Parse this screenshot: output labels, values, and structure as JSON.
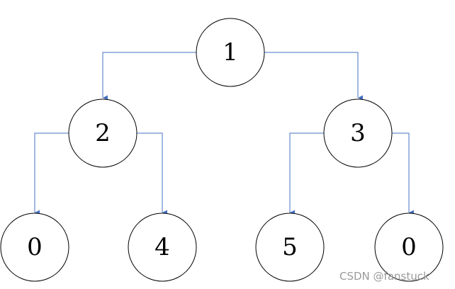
{
  "tree": {
    "nodes": [
      {
        "id": "n1",
        "label": "1"
      },
      {
        "id": "n2",
        "label": "2"
      },
      {
        "id": "n3",
        "label": "3"
      },
      {
        "id": "n4",
        "label": "0"
      },
      {
        "id": "n5",
        "label": "4"
      },
      {
        "id": "n6",
        "label": "5"
      },
      {
        "id": "n7",
        "label": "0"
      }
    ],
    "edges": [
      {
        "from": "n1",
        "to": "n2"
      },
      {
        "from": "n1",
        "to": "n3"
      },
      {
        "from": "n2",
        "to": "n4"
      },
      {
        "from": "n2",
        "to": "n5"
      },
      {
        "from": "n3",
        "to": "n6"
      },
      {
        "from": "n3",
        "to": "n7"
      }
    ]
  },
  "colors": {
    "edge": "#4472C4",
    "node_stroke": "#000000",
    "watermark": "#9a9a9a"
  },
  "watermark": {
    "text": "CSDN @fanstuck"
  }
}
